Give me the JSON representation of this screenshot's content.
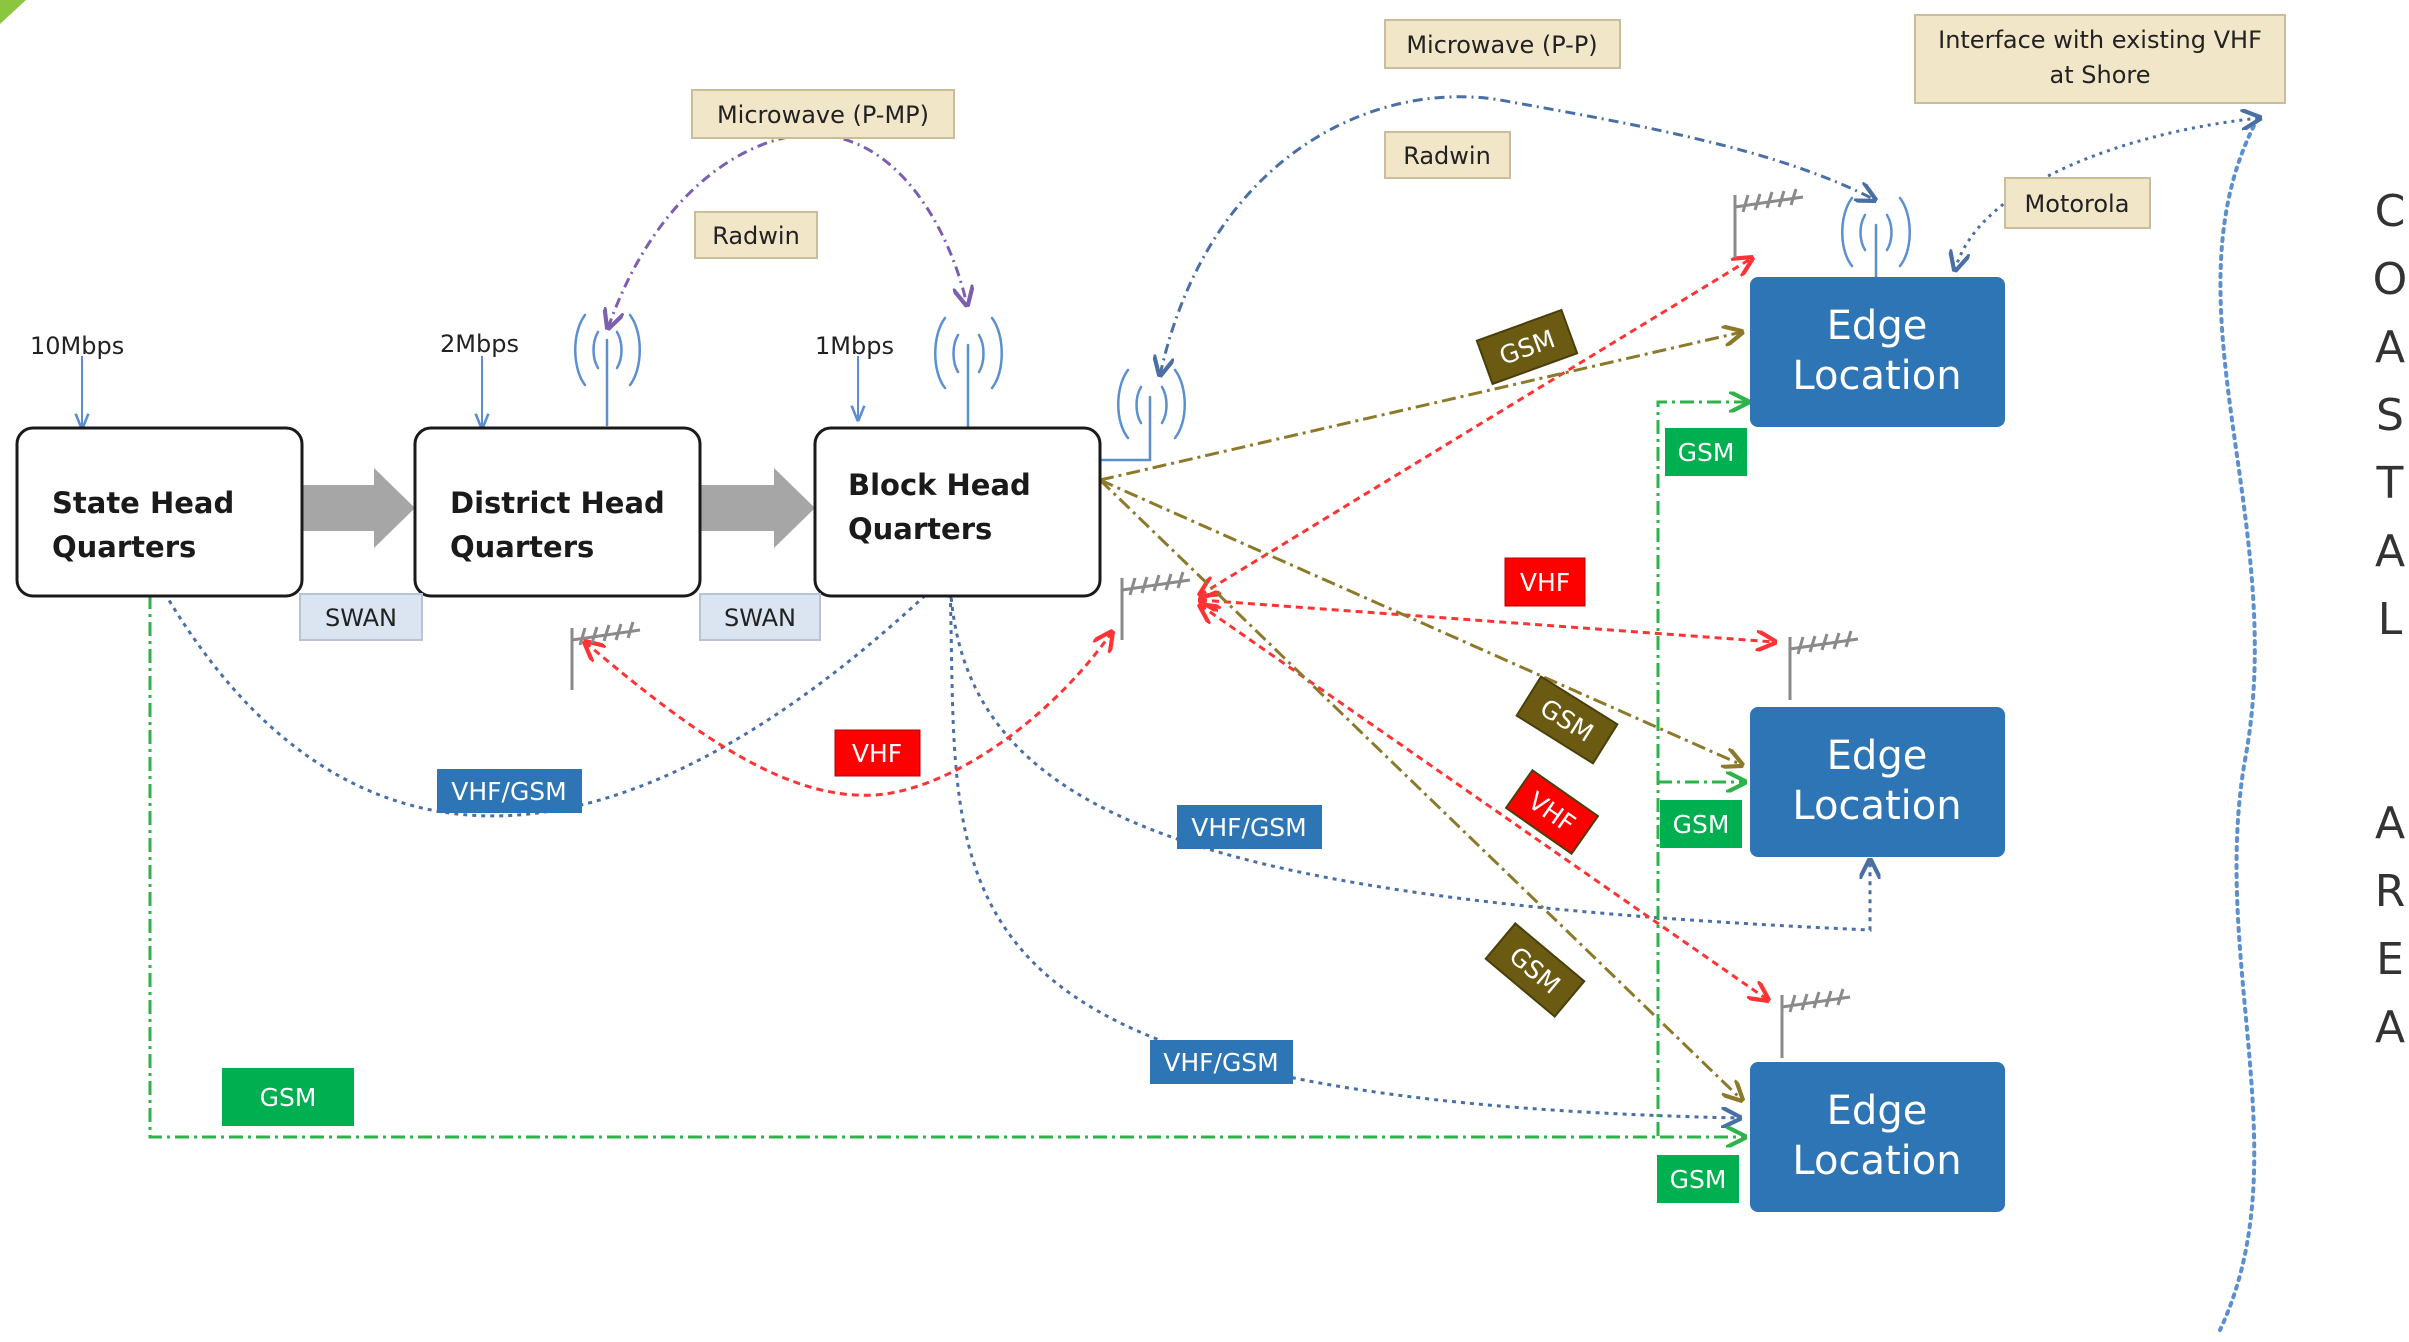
{
  "nodes": {
    "state": [
      "State Head",
      "Quarters"
    ],
    "district": [
      "District Head",
      "Quarters"
    ],
    "block": [
      "Block Head",
      "Quarters"
    ],
    "edge1": [
      "Edge",
      "Location"
    ],
    "edge2": [
      "Edge",
      "Location"
    ],
    "edge3": [
      "Edge",
      "Location"
    ]
  },
  "bandwidth": {
    "state": "10Mbps",
    "district": "2Mbps",
    "block": "1Mbps"
  },
  "callouts": {
    "microwave_pmp": "Microwave (P-MP)",
    "radwin_1": "Radwin",
    "microwave_pp": "Microwave (P-P)",
    "radwin_2": "Radwin",
    "interface_1": "Interface with existing VHF",
    "interface_2": "at Shore",
    "motorola": "Motorola",
    "swan_1": "SWAN",
    "swan_2": "SWAN"
  },
  "link_labels": {
    "gsm_top_diag": "GSM",
    "gsm_edge1": "GSM",
    "vhf_mid": "VHF",
    "gsm_diag_mid": "GSM",
    "gsm_edge2": "GSM",
    "vhf_diag": "VHF",
    "gsm_diag_low": "GSM",
    "gsm_edge3": "GSM",
    "vhf_center": "VHF",
    "vhfgsm_left": "VHF/GSM",
    "vhfgsm_mid": "VHF/GSM",
    "vhfgsm_low": "VHF/GSM",
    "gsm_bottom_left": "GSM"
  },
  "coastal_area": [
    "C",
    "O",
    "A",
    "S",
    "T",
    "A",
    "L",
    "A",
    "R",
    "E",
    "A"
  ],
  "colors": {
    "edge_fill": "#2e75b6",
    "hq_border": "#1a1a1a",
    "callout_fill": "#f2e6c9",
    "swan_fill": "#dbe5f1",
    "gsm_green": "#00b050",
    "gsm_olive": "#6b5a12",
    "vhf_red": "#ff0000",
    "vhfgsm_blue": "#2e75b6",
    "link_red": "#ff3333",
    "link_olive": "#8c7a2a",
    "link_blue": "#4a6fa5",
    "link_purple": "#7d5fb0",
    "link_green": "#2db34a",
    "coast_blue": "#5b8fd0"
  }
}
